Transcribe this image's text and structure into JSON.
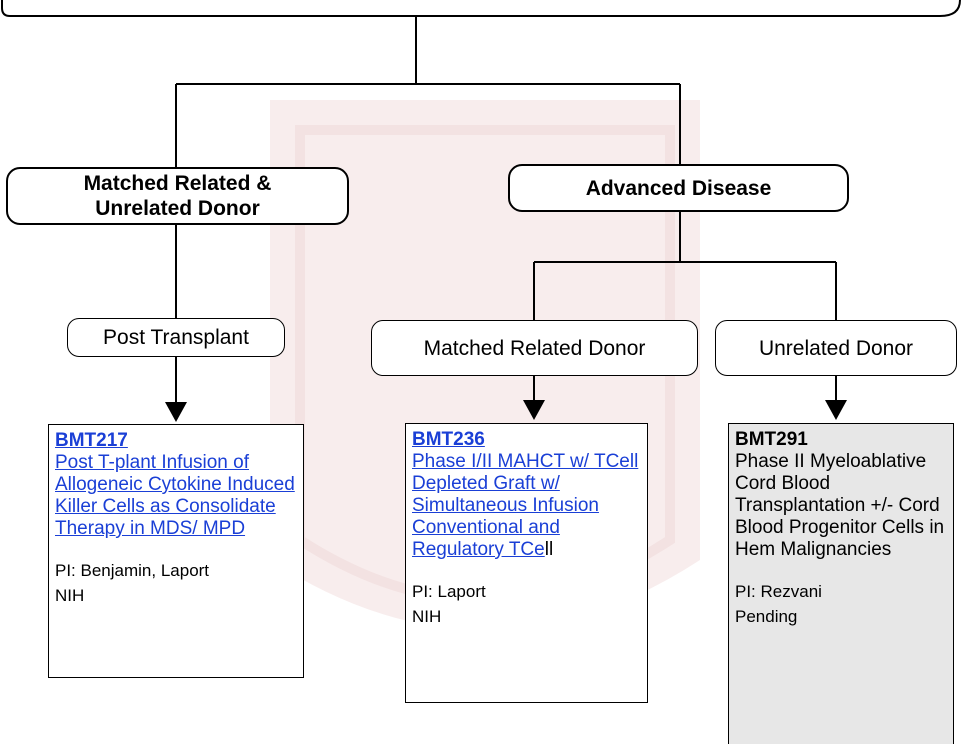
{
  "nodes": {
    "matched": "Matched Related &\nUnrelated Donor",
    "advanced": "Advanced Disease",
    "post_transplant": "Post Transplant",
    "matched_related": "Matched Related Donor",
    "unrelated": "Unrelated Donor"
  },
  "studies": [
    {
      "code": "BMT217",
      "title": "Post T-plant Infusion of Allogeneic Cytokine Induced Killer Cells as Consolidate Therapy in MDS/ MPD",
      "pi": "PI: Benjamin, Laport",
      "sponsor": "NIH"
    },
    {
      "code": "BMT236",
      "title": "Phase I/II MAHCT w/ TCell Depleted Graft w/ Simultaneous Infusion Conventional and Regulatory TCe",
      "title_tail": "ll",
      "pi": "PI: Laport",
      "sponsor": "NIH"
    },
    {
      "code": "BMT291",
      "title": "Phase II Myeloablative Cord Blood Transplantation +/- Cord Blood Progenitor Cells in Hem Malignancies",
      "pi": "PI: Rezvani",
      "sponsor": "Pending"
    }
  ],
  "colors": {
    "link": "#1a3fd6",
    "watermark": "#f6e9e9",
    "grey_card": "#e7e7e7"
  }
}
